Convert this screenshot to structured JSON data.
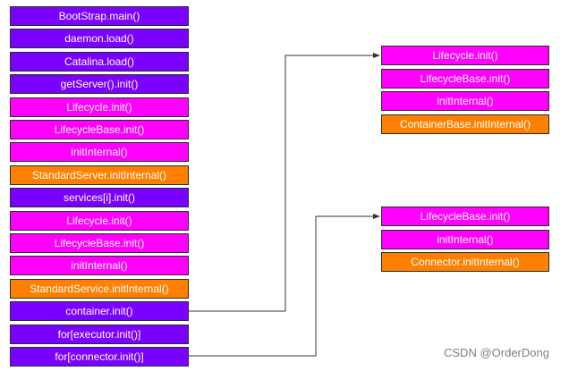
{
  "colors": {
    "purple": "#7a00ff",
    "magenta": "#ff00ff",
    "orange": "#ff8000",
    "line": "#333333"
  },
  "left_stack": [
    {
      "label": "BootStrap.main()",
      "color": "purple"
    },
    {
      "label": "daemon.load()",
      "color": "purple"
    },
    {
      "label": "Catalina.load()",
      "color": "purple"
    },
    {
      "label": "getServer().init()",
      "color": "purple"
    },
    {
      "label": "Lifecycle.init()",
      "color": "magenta"
    },
    {
      "label": "LifecycleBase.init()",
      "color": "magenta"
    },
    {
      "label": "initInternal()",
      "color": "magenta"
    },
    {
      "label": "StandardServer.initInternal()",
      "color": "orange"
    },
    {
      "label": "services[i].init()",
      "color": "purple"
    },
    {
      "label": "Lifecycle.init()",
      "color": "magenta"
    },
    {
      "label": "LifecycleBase.init()",
      "color": "magenta"
    },
    {
      "label": "initInternal()",
      "color": "magenta"
    },
    {
      "label": "StandardService.initInternal()",
      "color": "orange"
    },
    {
      "label": "container.init()",
      "color": "purple"
    },
    {
      "label": "for[executor.init()]",
      "color": "purple"
    },
    {
      "label": "for[connector.init()]",
      "color": "purple"
    }
  ],
  "container_stack": [
    {
      "label": "Lifecycle.init()",
      "color": "magenta"
    },
    {
      "label": "LifecycleBase.init()",
      "color": "magenta"
    },
    {
      "label": "initInternal()",
      "color": "magenta"
    },
    {
      "label": "ContainerBase.initInternal()",
      "color": "orange"
    }
  ],
  "connector_stack": [
    {
      "label": "LifecycleBase.init()",
      "color": "magenta"
    },
    {
      "label": "initInternal()",
      "color": "magenta"
    },
    {
      "label": "Connector.initInternal()",
      "color": "orange"
    }
  ],
  "watermark": "CSDN @OrderDong"
}
